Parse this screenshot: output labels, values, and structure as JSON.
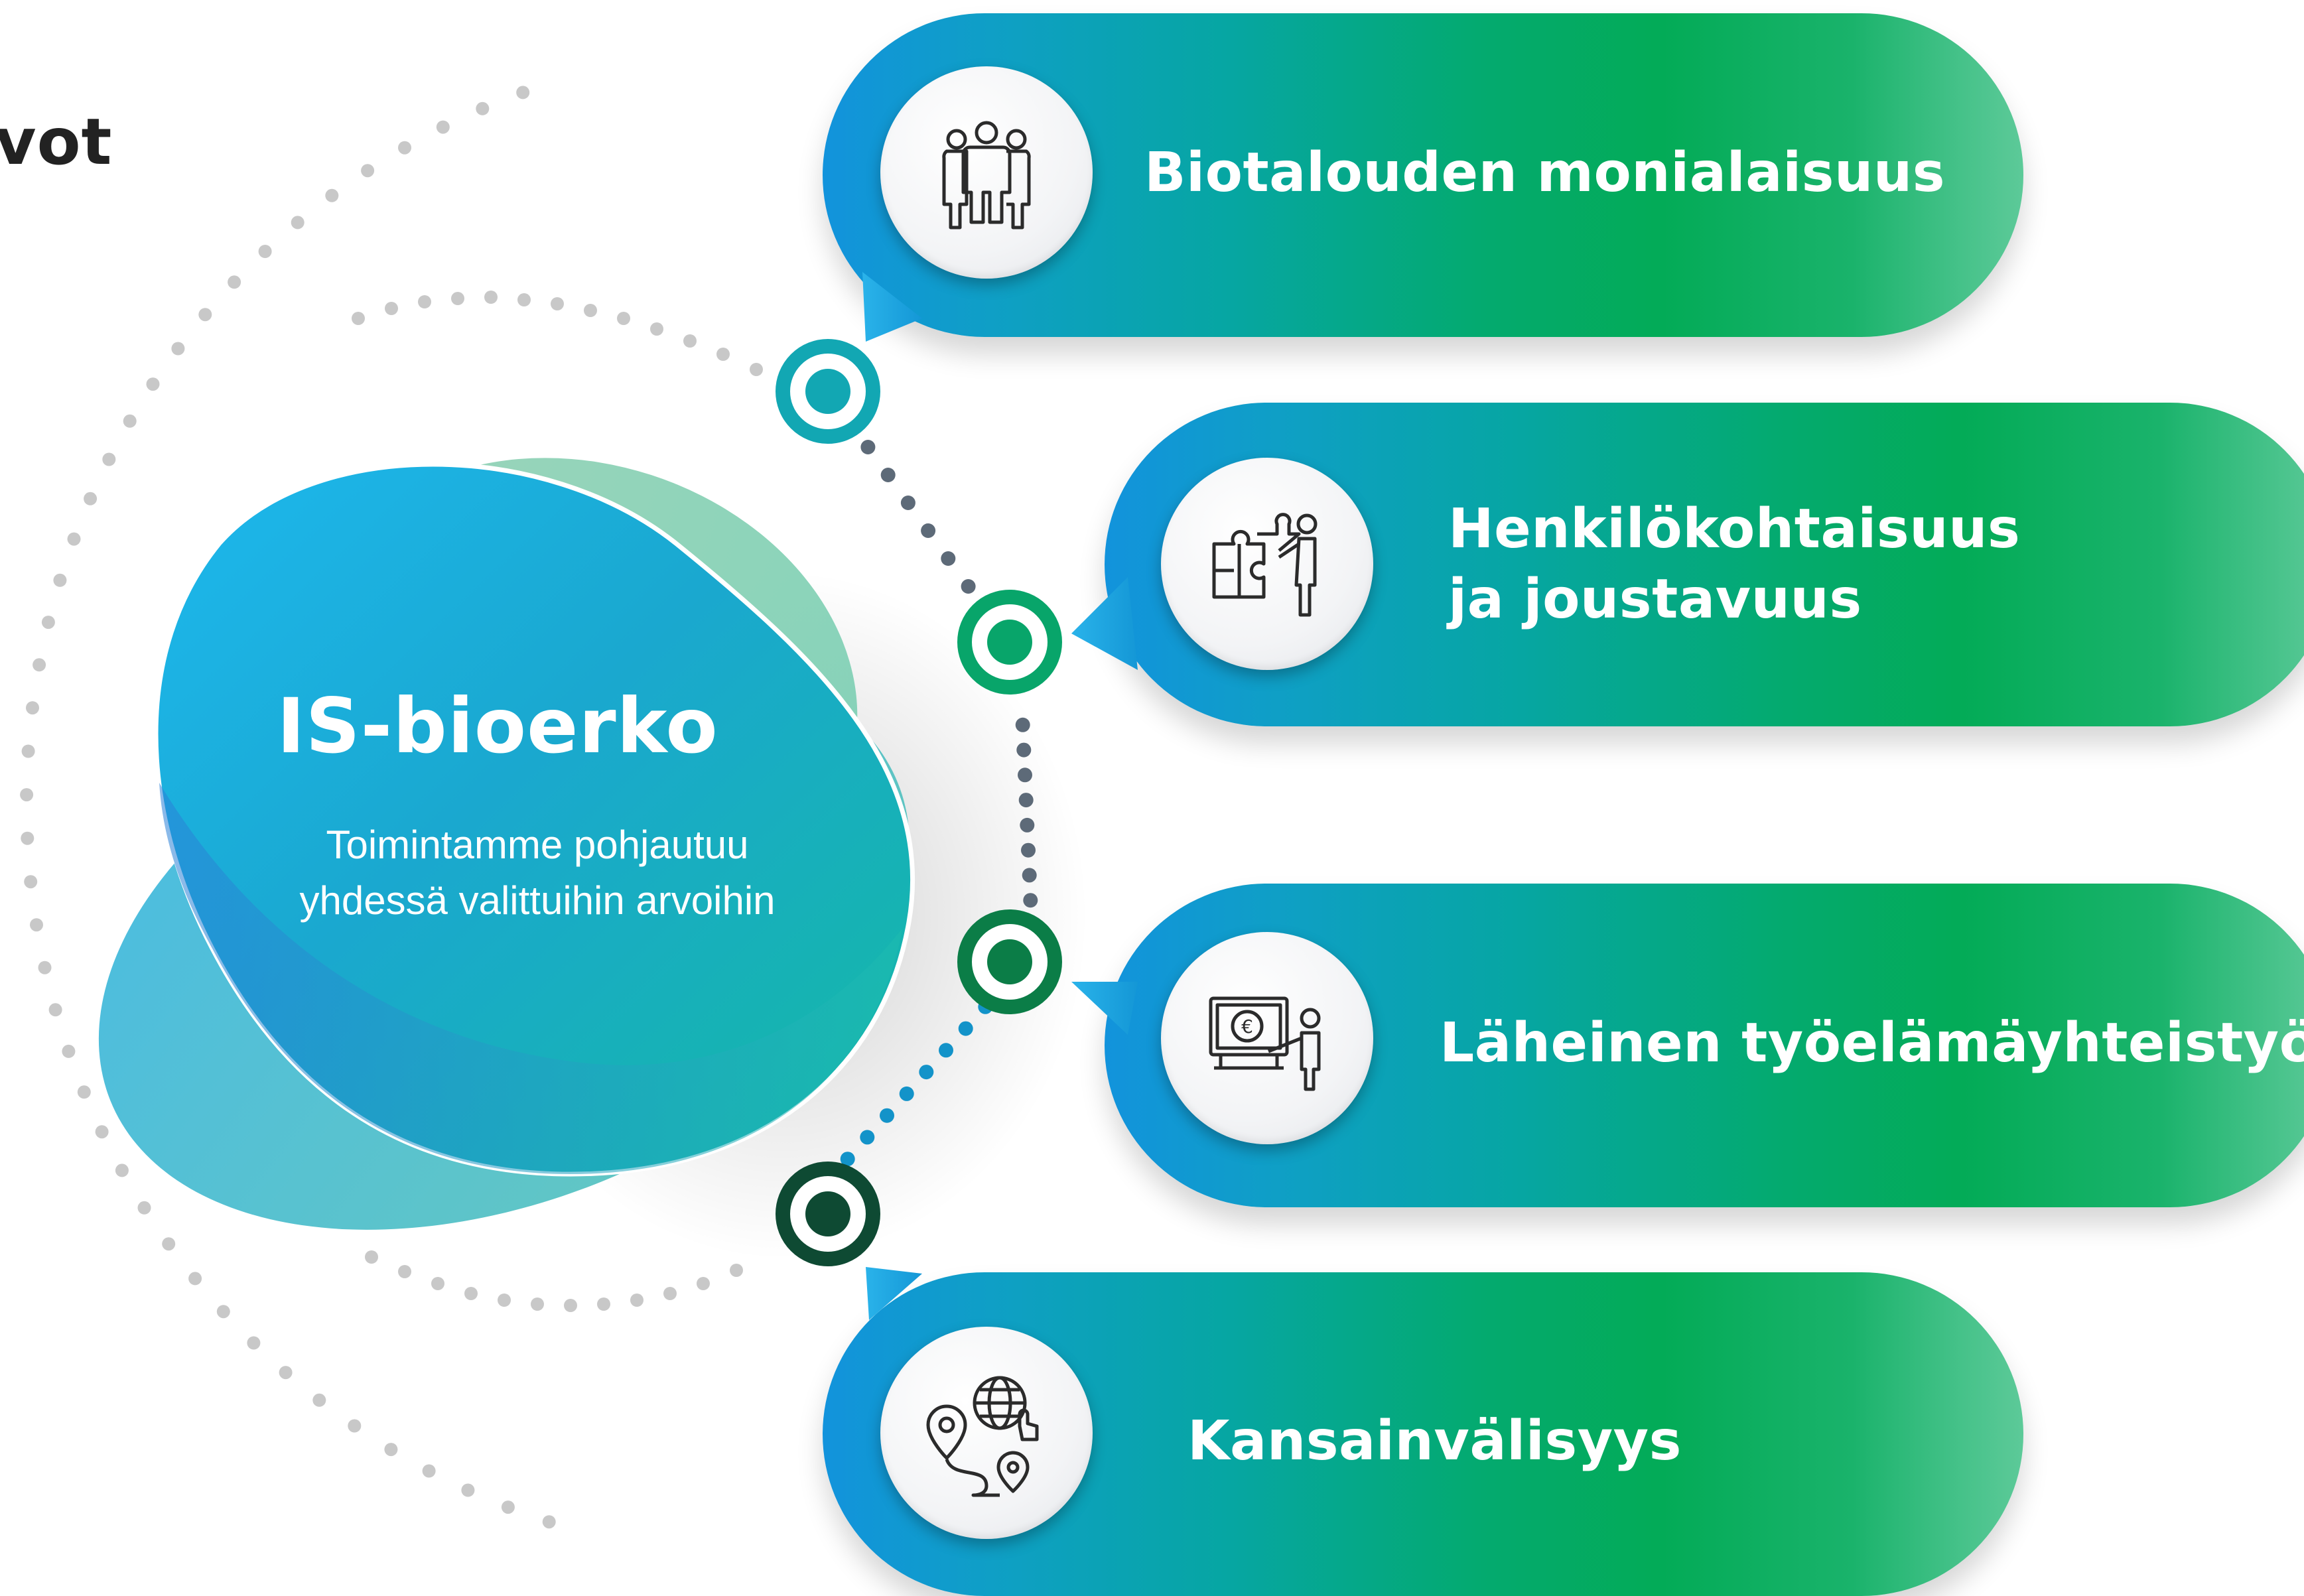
{
  "heading": "vot",
  "center": {
    "title": "IS-bioerko",
    "text": "Toimintamme pohjautuu yhdessä valittuihin arvoihin"
  },
  "values": [
    {
      "label_lines": [
        "Biotalouden monialaisuus"
      ],
      "icon": "people-group-icon"
    },
    {
      "label_lines": [
        "Henkilökohtaisuus",
        "ja joustavuus"
      ],
      "icon": "puzzle-person-icon"
    },
    {
      "label_lines": [
        "Läheinen työelämäyhteistyö"
      ],
      "icon": "presentation-euro-icon"
    },
    {
      "label_lines": [
        "Kansainvälisyys"
      ],
      "icon": "globe-route-icon"
    }
  ],
  "colors": {
    "pill_start": "#1293dc",
    "pill_mid": "#06a6a2",
    "pill_end": "#03ab57",
    "dot_gray": "#c8c8c8",
    "dot_slate": "#5d6a78",
    "dot_blue": "#1393c9",
    "node_1": "#12a7b3",
    "node_2": "#08a56a",
    "node_3": "#0b7d47",
    "node_4": "#0e4a33"
  }
}
